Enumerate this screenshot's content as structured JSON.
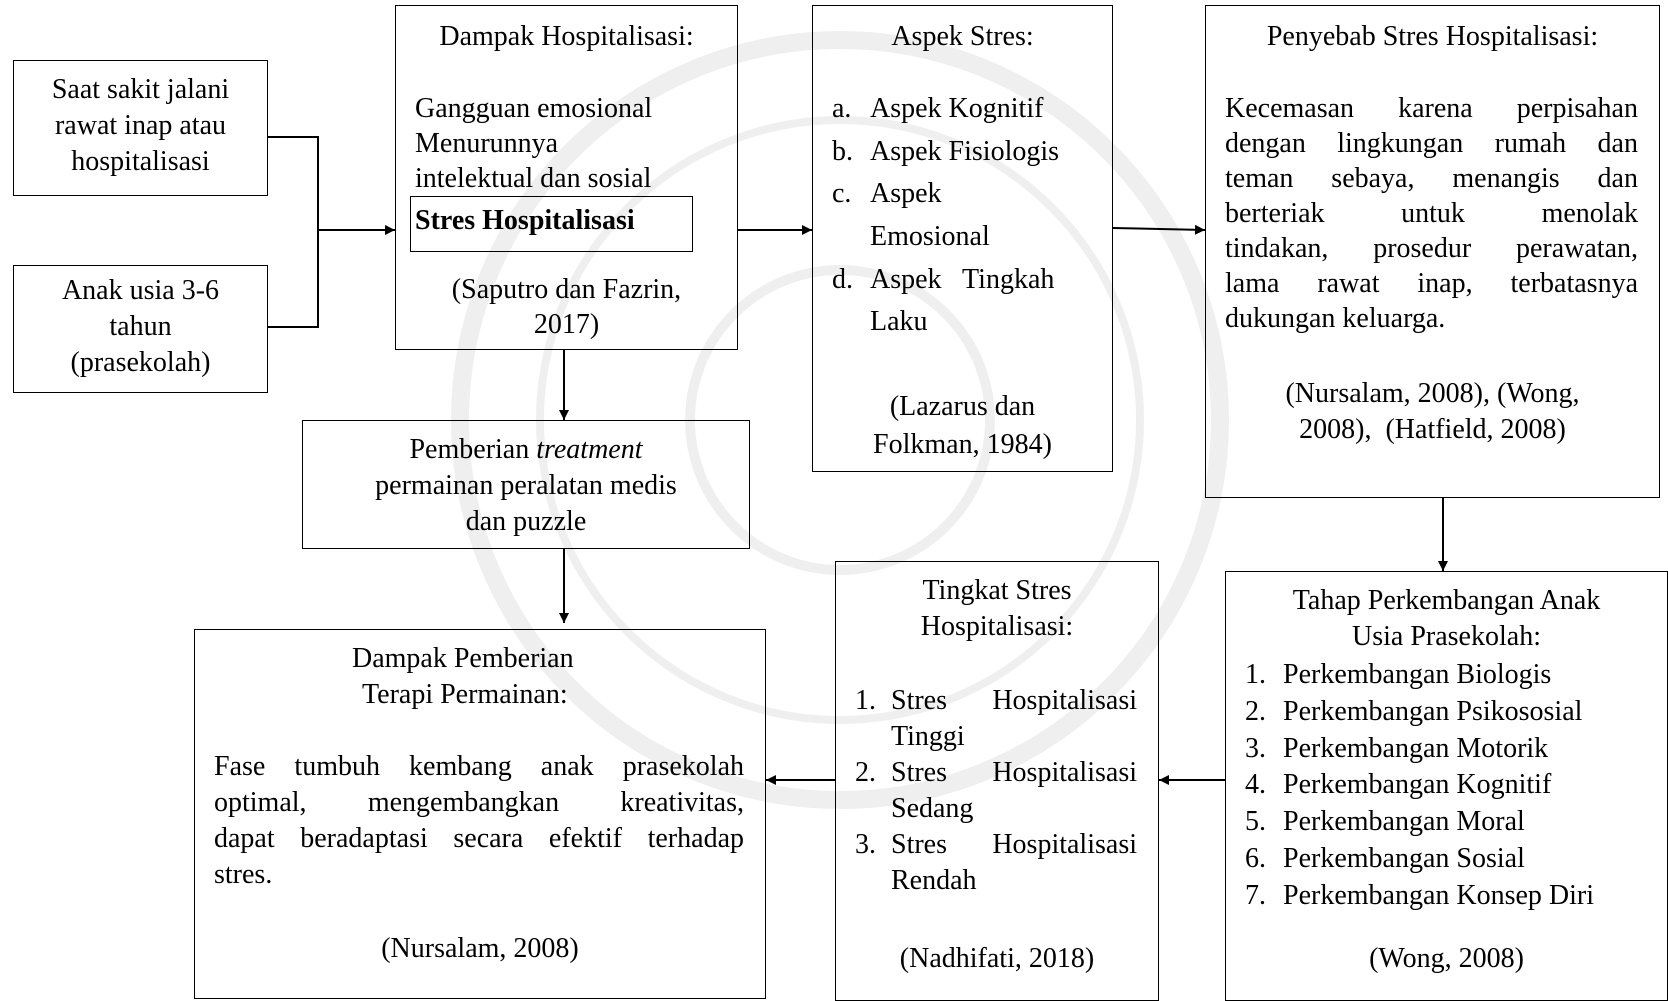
{
  "input_boxes": {
    "sakit": [
      "Saat sakit jalani",
      "rawat inap atau",
      "hospitalisasi"
    ],
    "anak": [
      "Anak usia 3-6",
      "tahun",
      "(prasekolah)"
    ]
  },
  "dampak_hospitalisasi": {
    "title": "Dampak Hospitalisasi:",
    "lines": [
      "Gangguan emosional",
      "Menurunnya",
      "intelektual dan sosial"
    ],
    "highlight": "Stres Hospitalisasi",
    "citation": [
      "(Saputro dan Fazrin,",
      "2017)"
    ]
  },
  "aspek_stres": {
    "title": "Aspek Stres:",
    "items": [
      {
        "marker": "a.",
        "lines": [
          "Aspek Kognitif"
        ]
      },
      {
        "marker": "b.",
        "lines": [
          "Aspek Fisiologis"
        ]
      },
      {
        "marker": "c.",
        "lines": [
          "Aspek",
          "Emosional"
        ]
      },
      {
        "marker": "d.",
        "lines": [
          "Aspek   Tingkah",
          "Laku"
        ]
      }
    ],
    "citation": [
      "(Lazarus dan",
      "Folkman, 1984)"
    ]
  },
  "penyebab": {
    "title": "Penyebab Stres Hospitalisasi:",
    "lines": [
      "Kecemasan karena perpisahan",
      "dengan lingkungan rumah dan",
      "teman sebaya, menangis dan",
      "berteriak untuk menolak",
      "tindakan, prosedur perawatan,",
      "lama rawat inap, terbatasnya"
    ],
    "last_line": "dukungan keluarga.",
    "citation": [
      "(Nursalam, 2008), (Wong,",
      "2008),  (Hatfield, 2008)"
    ]
  },
  "treatment": {
    "pre": "Pemberian ",
    "italic": "treatment",
    "lines": [
      "permainan peralatan medis",
      "dan puzzle"
    ]
  },
  "dampak_pemberian": {
    "title": [
      "Dampak Pemberian",
      "Terapi Permainan:"
    ],
    "lines": [
      "Fase tumbuh kembang anak prasekolah",
      "optimal, mengembangkan kreativitas,",
      "dapat beradaptasi secara efektif terhadap"
    ],
    "last_line": "stres.",
    "citation": "(Nursalam, 2008)"
  },
  "tingkat": {
    "title": [
      "Tingkat Stres",
      "Hospitalisasi:"
    ],
    "items": [
      {
        "marker": "1.",
        "lines": [
          "Stres Hospitalisasi",
          "Tinggi"
        ]
      },
      {
        "marker": "2.",
        "lines": [
          "Stres Hospitalisasi",
          "Sedang"
        ]
      },
      {
        "marker": "3.",
        "lines": [
          "Stres Hospitalisasi",
          "Rendah"
        ]
      }
    ],
    "citation": "(Nadhifati, 2018)"
  },
  "tahap": {
    "title": [
      "Tahap Perkembangan Anak",
      "Usia Prasekolah:"
    ],
    "items": [
      {
        "marker": "1.",
        "text": "Perkembangan Biologis"
      },
      {
        "marker": "2.",
        "text": "Perkembangan Psikososial"
      },
      {
        "marker": "3.",
        "text": "Perkembangan Motorik"
      },
      {
        "marker": "4.",
        "text": "Perkembangan Kognitif"
      },
      {
        "marker": "5.",
        "text": "Perkembangan Moral"
      },
      {
        "marker": "6.",
        "text": "Perkembangan Sosial"
      },
      {
        "marker": "7.",
        "text": "Perkembangan Konsep Diri"
      }
    ],
    "citation": "(Wong, 2008)"
  }
}
